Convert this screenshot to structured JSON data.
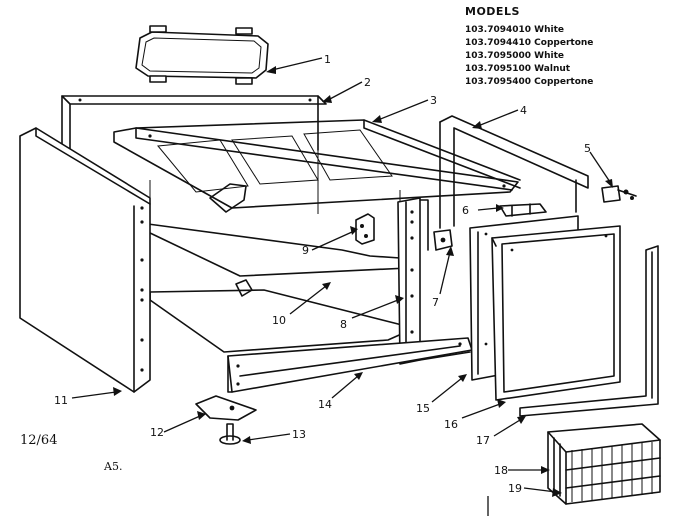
{
  "models": {
    "title": "MODELS",
    "lines": [
      "103.7094010 White",
      "103.7094410 Coppertone",
      "103.7095000 White",
      "103.7095100 Walnut",
      "103.7095400 Coppertone"
    ]
  },
  "callouts": [
    "1",
    "2",
    "3",
    "4",
    "5",
    "6",
    "7",
    "8",
    "9",
    "10",
    "11",
    "12",
    "13",
    "14",
    "15",
    "16",
    "17",
    "18",
    "19"
  ],
  "date_stamp": "12/64",
  "page_code": "A5."
}
